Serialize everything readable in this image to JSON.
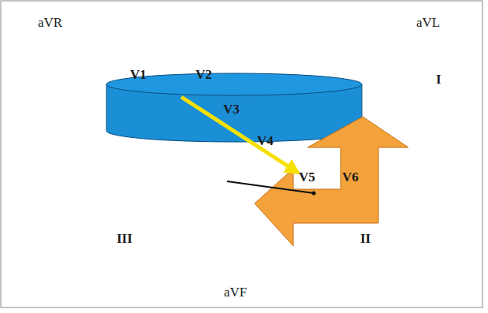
{
  "diagram": {
    "labels": [
      "aVR",
      "aVL",
      "V1",
      "V2",
      "I",
      "V3",
      "V4",
      "V5",
      "V6",
      "III",
      "II",
      "aVF"
    ]
  }
}
